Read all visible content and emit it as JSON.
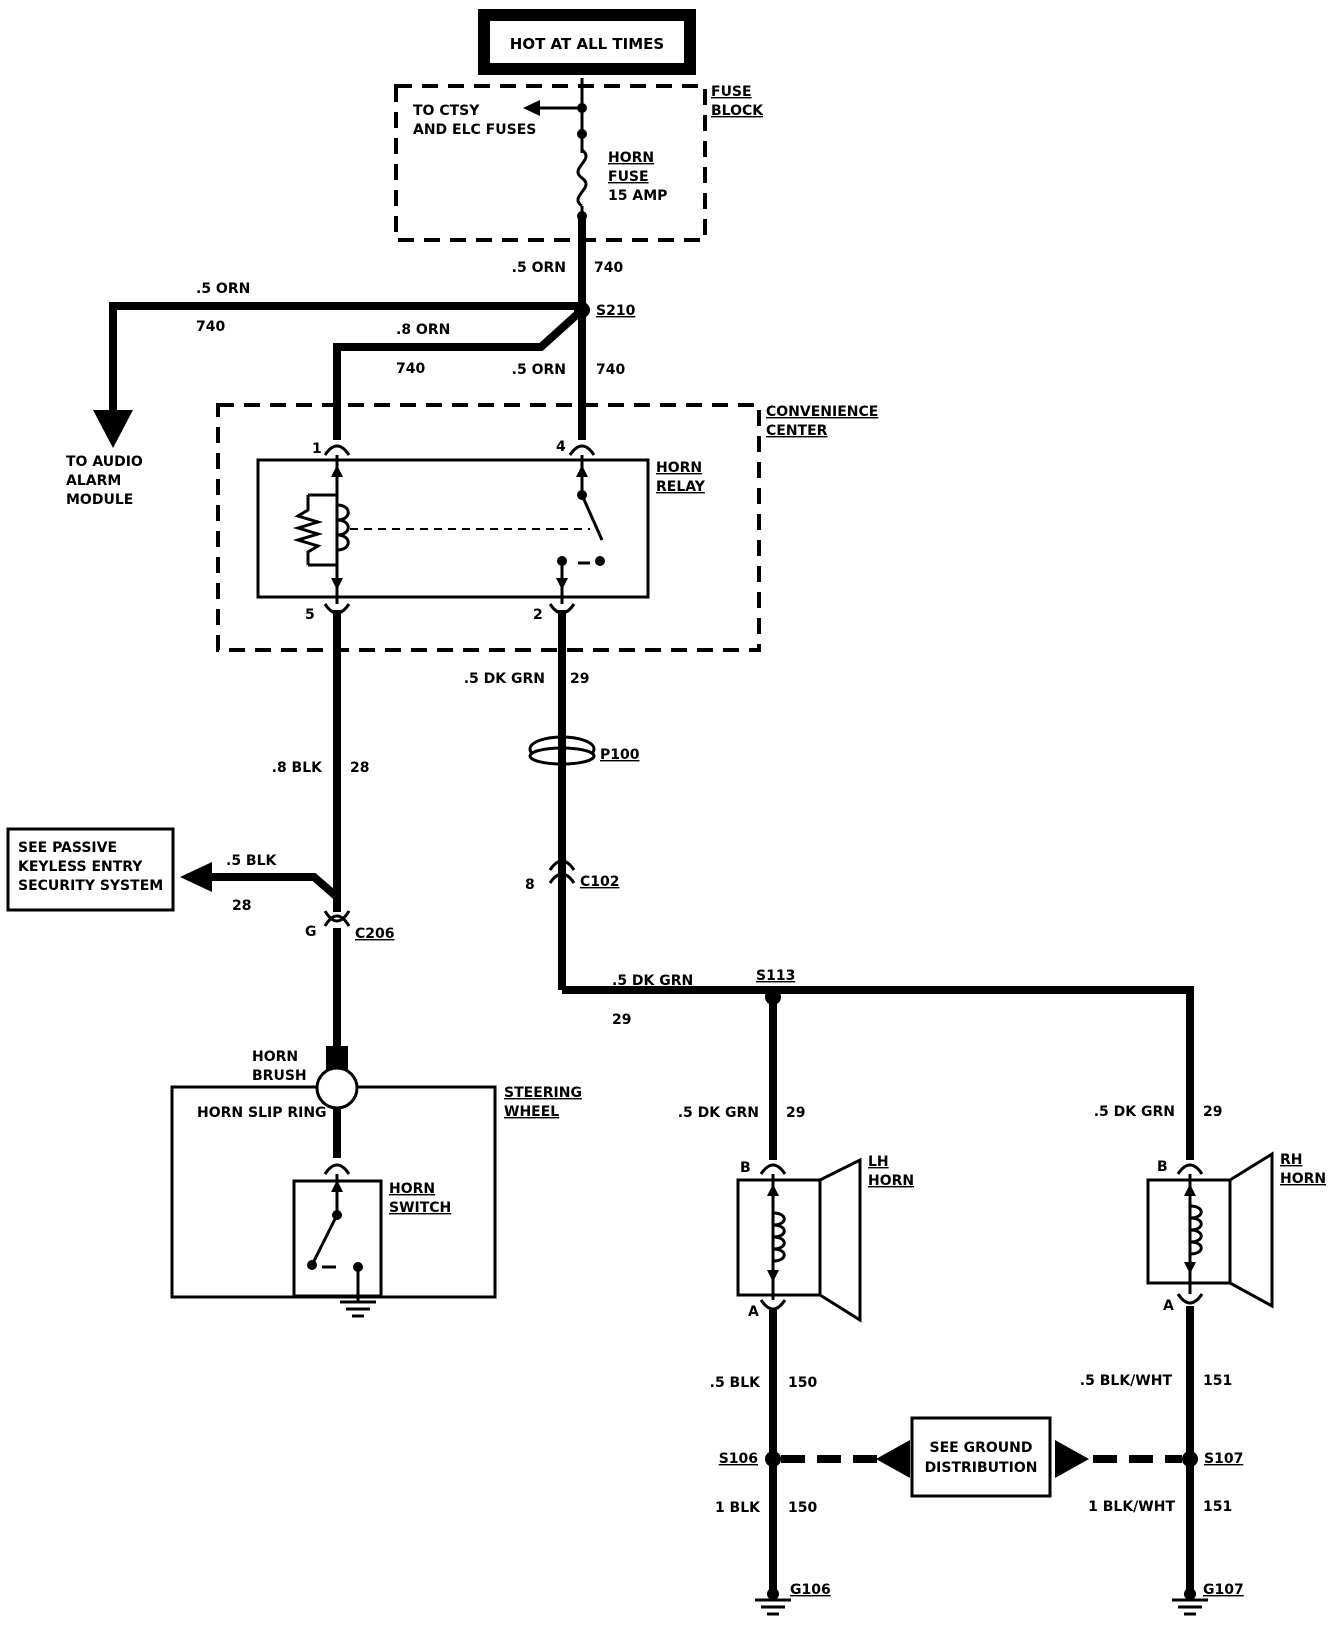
{
  "power": {
    "label": "HOT AT ALL TIMES"
  },
  "fuse_block": {
    "title_line1": "FUSE",
    "title_line2": "BLOCK",
    "ctsy_line1": "TO CTSY",
    "ctsy_line2": "AND ELC FUSES",
    "fuse_line1": "HORN",
    "fuse_line2": "FUSE",
    "fuse_line3": "15 AMP"
  },
  "wires": {
    "top_color": ".5 ORN",
    "top_circuit": "740",
    "audio_color": ".5 ORN",
    "audio_circuit": "740",
    "relay1_color": ".8 ORN",
    "relay1_circuit": "740",
    "relay4_color": ".5 ORN",
    "relay4_circuit": "740",
    "pin2_color": ".5 DK GRN",
    "pin2_circuit": "29",
    "pin5_color": ".8 BLK",
    "pin5_circuit": "28",
    "pke_color": ".5 BLK",
    "pke_circuit": "28",
    "s113_color": ".5 DK GRN",
    "s113_circuit": "29",
    "lh_color": ".5 DK GRN",
    "lh_circuit": "29",
    "rh_color": ".5 DK GRN",
    "rh_circuit": "29",
    "lh_gnd1_color": ".5 BLK",
    "lh_gnd1_circuit": "150",
    "rh_gnd1_color": ".5 BLK/WHT",
    "rh_gnd1_circuit": "151",
    "lh_gnd2_color": "1 BLK",
    "lh_gnd2_circuit": "150",
    "rh_gnd2_color": "1 BLK/WHT",
    "rh_gnd2_circuit": "151"
  },
  "splices": {
    "s210": "S210",
    "s113": "S113",
    "s106": "S106",
    "s107": "S107"
  },
  "connectors": {
    "p100": "P100",
    "c102": "C102",
    "c102_pin": "8",
    "c206": "C206",
    "c206_pin": "G"
  },
  "audio": {
    "line1": "TO AUDIO",
    "line2": "ALARM",
    "line3": "MODULE"
  },
  "convenience_center": {
    "line1": "CONVENIENCE",
    "line2": "CENTER"
  },
  "horn_relay": {
    "line1": "HORN",
    "line2": "RELAY",
    "pin1": "1",
    "pin4": "4",
    "pin5": "5",
    "pin2": "2"
  },
  "pke": {
    "line1": "SEE PASSIVE",
    "line2": "KEYLESS ENTRY",
    "line3": "SECURITY SYSTEM"
  },
  "steering": {
    "brush_line1": "HORN",
    "brush_line2": "BRUSH",
    "slip_ring": "HORN SLIP RING",
    "wheel_line1": "STEERING",
    "wheel_line2": "WHEEL",
    "switch_line1": "HORN",
    "switch_line2": "SWITCH"
  },
  "lh_horn": {
    "line1": "LH",
    "line2": "HORN",
    "pin_b": "B",
    "pin_a": "A"
  },
  "rh_horn": {
    "line1": "RH",
    "line2": "HORN",
    "pin_b": "B",
    "pin_a": "A"
  },
  "ground_dist": {
    "line1": "SEE GROUND",
    "line2": "DISTRIBUTION"
  },
  "grounds": {
    "g106": "G106",
    "g107": "G107"
  }
}
